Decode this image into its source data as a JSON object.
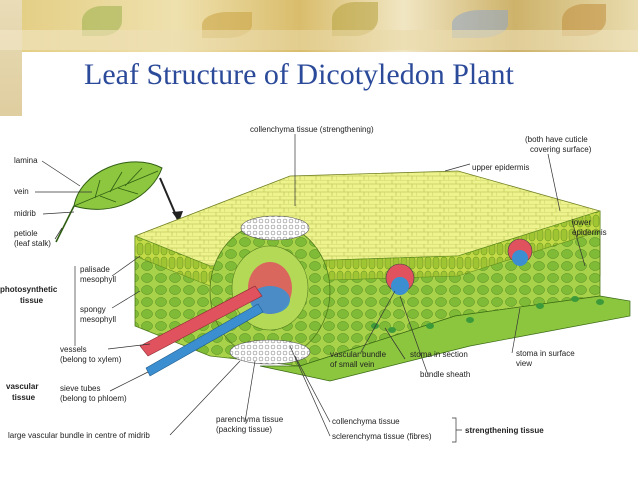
{
  "slide": {
    "title": "Leaf Structure of Dicotyledon Plant"
  },
  "diagram": {
    "labels": {
      "collenchyma_top": "collenchyma tissue (strengthening)",
      "cuticle_1": "(both have cuticle",
      "cuticle_2": "covering surface)",
      "upper_epidermis": "upper epidermis",
      "lower_epidermis_1": "lower",
      "lower_epidermis_2": "epidermis",
      "lamina": "lamina",
      "vein": "vein",
      "midrib": "midrib",
      "petiole_1": "petiole",
      "petiole_2": "(leaf stalk)",
      "photosynthetic_1": "photosynthetic",
      "photosynthetic_2": "tissue",
      "palisade_1": "palisade",
      "palisade_2": "mesophyll",
      "spongy_1": "spongy",
      "spongy_2": "mesophyll",
      "vascular_1": "vascular",
      "vascular_2": "tissue",
      "vessels_1": "vessels",
      "vessels_2": "(belong to xylem)",
      "sieve_1": "sieve tubes",
      "sieve_2": "(belong to phloem)",
      "large_bundle": "large vascular bundle in centre of midrib",
      "parenchyma_1": "parenchyma tissue",
      "parenchyma_2": "(packing tissue)",
      "collenchyma_bottom": "collenchyma tissue",
      "sclerenchyma": "sclerenchyma tissue (fibres)",
      "strengthening": "strengthening tissue",
      "vb_small_1": "vascular bundle",
      "vb_small_2": "of small vein",
      "stoma_section": "stoma in section",
      "bundle_sheath": "bundle sheath",
      "stoma_surface_1": "stoma in surface",
      "stoma_surface_2": "view"
    },
    "colors": {
      "palisade": "#b8d43a",
      "spongy": "#8cc63f",
      "epidermis": "#e8ef7a",
      "xylem": "#e0525e",
      "phloem": "#3b8fd1",
      "stoma": "#3c9a3a"
    }
  }
}
